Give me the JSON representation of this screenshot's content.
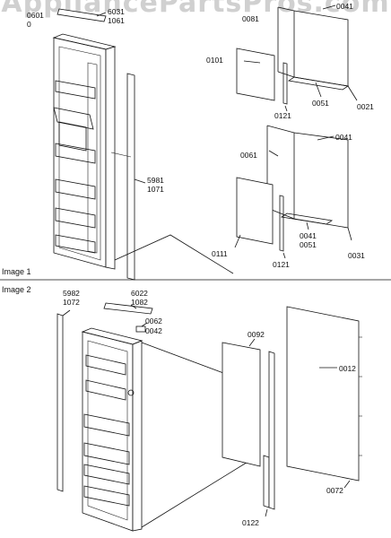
{
  "watermark": "AppliancePartsPros.com",
  "sections": {
    "image1": "Image 1",
    "image2": "Image 2"
  },
  "parts": {
    "p0601": "0601",
    "p0a": "0",
    "p6031": "6031",
    "p1061": "1061",
    "p0081": "0081",
    "p0041a": "0041",
    "p0101": "0101",
    "p0121a": "0121",
    "p0051a": "0051",
    "p0021": "0021",
    "p5981": "5981",
    "p1071": "1071",
    "p0061": "0061",
    "p0041b": "0041",
    "p0111": "0111",
    "p0121b": "0121",
    "p0041c": "0041",
    "p0051b": "0051",
    "p0031": "0031",
    "p5982": "5982",
    "p1072": "1072",
    "p6022": "6022",
    "p1082": "1082",
    "p0062": "0062",
    "p0042": "0042",
    "p0092": "0092",
    "p0012": "0012",
    "p0122": "0122",
    "p0072": "0072"
  }
}
